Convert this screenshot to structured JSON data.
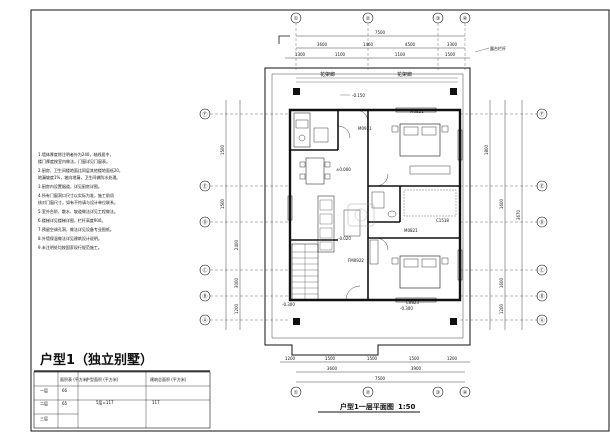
{
  "drawing": {
    "title": "户型1（独立别墅）",
    "plan_caption": "户型1一层平面图",
    "scale": "1:50"
  },
  "axes": {
    "top": [
      "①",
      "②",
      "③",
      "④"
    ],
    "bottom": [
      "①",
      "②",
      "③",
      "④"
    ],
    "left": [
      "Ⓕ",
      "Ⓔ",
      "Ⓓ",
      "Ⓒ",
      "Ⓑ",
      "Ⓐ"
    ],
    "right": [
      "Ⓕ",
      "Ⓔ",
      "Ⓓ",
      "Ⓒ",
      "Ⓑ",
      "Ⓐ"
    ]
  },
  "dimensions": {
    "top_total": "7500",
    "top_segments": [
      "3600",
      "1460",
      "4500",
      "3300"
    ],
    "top_inner": [
      "1300",
      "1100",
      "1100",
      "1500"
    ],
    "bottom_total": "7500",
    "bottom_segments": [
      "3600",
      "3900"
    ],
    "bottom_inner": [
      "1200",
      "1500",
      "1500",
      "1500",
      "1200"
    ],
    "left_segments": [
      "1500",
      "1500",
      "2400",
      "3000",
      "1200"
    ],
    "right_segments": [
      "1800",
      "1600",
      "3670",
      "1600",
      "1200"
    ]
  },
  "room_labels": {
    "terrace_left": "花架廊",
    "terrace_right": "花架廊",
    "elevation_top": "-0.150",
    "elevation_mid": "±0.000",
    "elevation_lower": "-0.020",
    "elevation_bottom_left": "-0.300",
    "elevation_bottom_right": "-0.300",
    "note_right": "露台栏杆",
    "window_1": "M0821",
    "window_2": "C1518",
    "door_1": "M0921",
    "door_2": "M0821",
    "window_3": "C0823",
    "door_3": "FM0922"
  },
  "notes": [
    "1.墙体厚度除注明者外为240，轴线居中，",
    "  楼门厚度按室内做法，门窗详见门窗表。",
    "2.厨房、卫生间楼地面比同层其他楼地面低20，",
    "  地漏坡度1%，坡向地漏，卫生间做防水处理。",
    "3.厨房内设置烟道，详见厨房详图。",
    "4.所有门窗洞口尺寸以实际为准，施工前须",
    "  核对门窗尺寸，如有不符请与设计单位联系。",
    "5.室外台阶、散水、坡道做法详见工程做法。",
    "6.楼梯详见楼梯详图，栏杆高度900。",
    "7.预留空调孔洞，做法详见设备专业图纸。",
    "8.外墙保温做法详见建筑设计说明。",
    "9.未注明处均按国家现行规范施工。"
  ],
  "area_table": {
    "headers": [
      "",
      "面积表 (平方米)",
      "户型面积 (平方米)",
      "建筑总面积 (平方米)"
    ],
    "rows": [
      {
        "floor": "一层",
        "area": "66"
      },
      {
        "floor": "二层",
        "area": "65"
      },
      {
        "floor": "三层",
        "area": ""
      }
    ],
    "unit_area": "5层=117",
    "total_area": "117"
  },
  "colors": {
    "line": "#111111",
    "background": "#ffffff",
    "watermark": "#c8c8c8"
  }
}
